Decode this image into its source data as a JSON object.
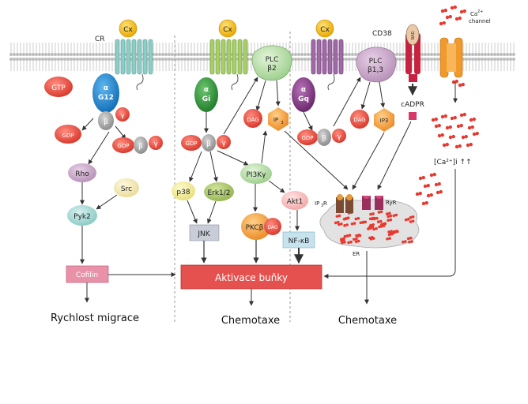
{
  "receptor_label": "CR",
  "ligand_label": "Cx",
  "ligands": [
    "Cx",
    "Cx",
    "Cx"
  ],
  "column1": {
    "g_alpha_symbol": "α",
    "g_alpha_name": "G12",
    "gtp": "GTP",
    "gdp_free": "GDP",
    "gdp_bound": "GDP",
    "beta": "β",
    "gamma": "γ",
    "rho": "Rho",
    "src": "Src",
    "pyk2": "Pyk2",
    "cofilin": "Cofilin",
    "output": "Rychlost migrace"
  },
  "column2": {
    "g_alpha_symbol": "α",
    "g_alpha_name": "Gi",
    "plc": "PLC",
    "plc_sub": "β2",
    "dag": "DAG",
    "ip3": "IP",
    "ip3_sub": "3",
    "gdp": "GDP",
    "beta": "β",
    "gamma": "γ",
    "pi3k": "PI3Kγ",
    "p38": "p38",
    "erk": "Erk1/2",
    "jnk": "JNK",
    "pkc": "PKCβ",
    "pkc_dag": "DAG",
    "akt": "Akt1",
    "nfkb": "NF-κB",
    "activation": "Aktivace buňky",
    "output": "Chemotaxe"
  },
  "column3": {
    "g_alpha_symbol": "α",
    "g_alpha_name": "Gq",
    "plc": "PLC",
    "plc_sub": "β1,3",
    "dag": "DAG",
    "ip3": "IP3",
    "gdp": "GDP",
    "beta": "β",
    "gamma": "γ",
    "cd38": "CD38",
    "nad": "NAD",
    "cadpr": "cADPR",
    "calcium_channel_line1": "Ca",
    "calcium_channel_sup": "2+",
    "calcium_channel_line2": "channel",
    "ca_level": "[Ca²⁺]i ↑↑",
    "ip3r": "IP",
    "ip3r_sub": "3",
    "ip3r_end": "R",
    "ryr": "RyR",
    "er": "ER",
    "output": "Chemotaxe"
  },
  "colors": {
    "membrane": "#b7b7b7",
    "receptor_cr": "#8ecdc6",
    "receptor_gi": "#a6cf6a",
    "receptor_gq": "#a06aa6",
    "ligand": "#f3b719",
    "g12": "#1f8ad0",
    "gi": "#2e9a3c",
    "gq": "#8a3a8a",
    "red_node": "#e34a3f",
    "activation": "#e4514e",
    "cofilin": "#e991a8"
  }
}
